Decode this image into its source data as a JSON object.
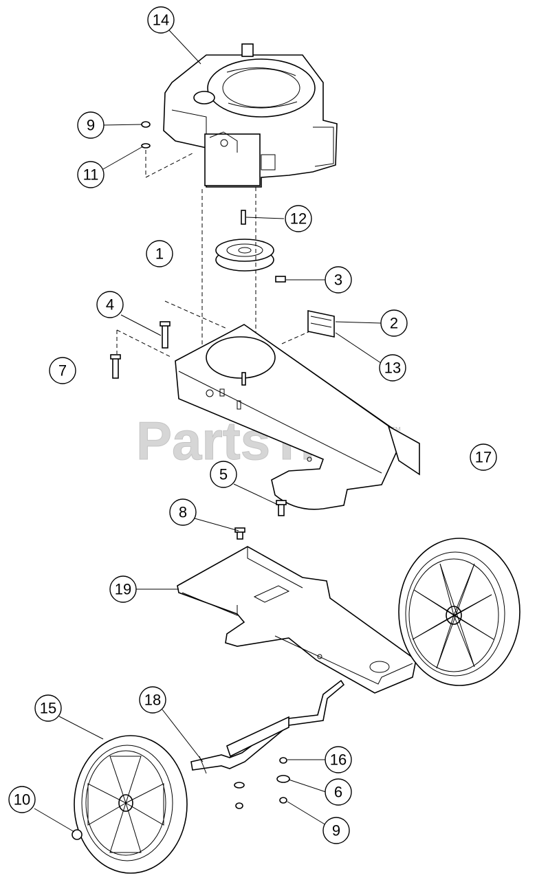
{
  "watermark": {
    "text": "PartsTree",
    "trademark": "™"
  },
  "callouts": [
    {
      "id": "c14",
      "label": "14"
    },
    {
      "id": "c9a",
      "label": "9"
    },
    {
      "id": "c11",
      "label": "11"
    },
    {
      "id": "c12",
      "label": "12"
    },
    {
      "id": "c1",
      "label": "1"
    },
    {
      "id": "c3",
      "label": "3"
    },
    {
      "id": "c4",
      "label": "4"
    },
    {
      "id": "c2",
      "label": "2"
    },
    {
      "id": "c7",
      "label": "7"
    },
    {
      "id": "c13",
      "label": "13"
    },
    {
      "id": "c17",
      "label": "17"
    },
    {
      "id": "c5",
      "label": "5"
    },
    {
      "id": "c8",
      "label": "8"
    },
    {
      "id": "c19",
      "label": "19"
    },
    {
      "id": "c15",
      "label": "15"
    },
    {
      "id": "c18",
      "label": "18"
    },
    {
      "id": "c16",
      "label": "16"
    },
    {
      "id": "c10",
      "label": "10"
    },
    {
      "id": "c6",
      "label": "6"
    },
    {
      "id": "c9b",
      "label": "9"
    }
  ]
}
